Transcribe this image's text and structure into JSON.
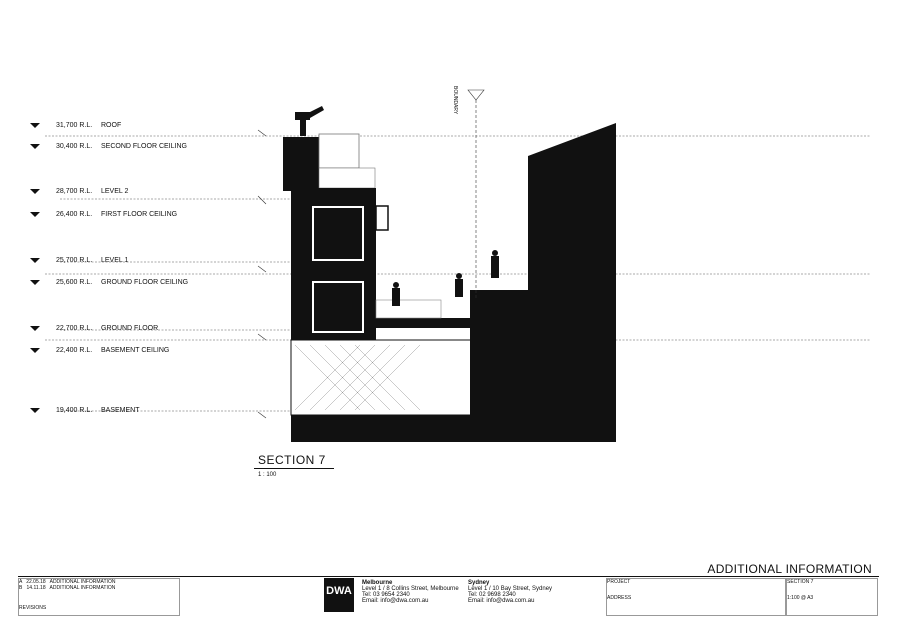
{
  "levels": [
    {
      "rl": "31,700 R.L.",
      "name": "ROOF"
    },
    {
      "rl": "30,400 R.L.",
      "name": "SECOND FLOOR CEILING"
    },
    {
      "rl": "28,700 R.L.",
      "name": "LEVEL 2"
    },
    {
      "rl": "26,400 R.L.",
      "name": "FIRST FLOOR CEILING"
    },
    {
      "rl": "25,700 R.L.",
      "name": "LEVEL 1"
    },
    {
      "rl": "25,600 R.L.",
      "name": "GROUND FLOOR CEILING"
    },
    {
      "rl": "22,700 R.L.",
      "name": "GROUND FLOOR"
    },
    {
      "rl": "22,400 R.L.",
      "name": "BASEMENT CEILING"
    },
    {
      "rl": "19,400 R.L.",
      "name": "BASEMENT"
    }
  ],
  "section": {
    "title": "SECTION 7",
    "scale": "1 : 100"
  },
  "title_block": {
    "heading": "ADDITIONAL INFORMATION",
    "revisions": [
      {
        "rev": "A",
        "date": "22.05.18",
        "desc": "ADDITIONAL INFORMATION"
      },
      {
        "rev": "B",
        "date": "14.11.18",
        "desc": "ADDITIONAL INFORMATION"
      }
    ],
    "revisions_label": "REVISIONS",
    "logo": "DWA",
    "offices": [
      {
        "name": "Melbourne",
        "lines": [
          "Level 1 / 8 Collins Street, Melbourne",
          "Tel: 03 9654 2340",
          "Email: info@dwa.com.au"
        ]
      },
      {
        "name": "Sydney",
        "lines": [
          "Level 1 / 10 Bay Street, Sydney",
          "Tel: 02 9698 2340",
          "Email: info@dwa.com.au"
        ]
      }
    ],
    "project_label": "PROJECT",
    "address_label": "ADDRESS",
    "drawing_label": "SECTION 7",
    "scale_label": "1:100 @ A3"
  },
  "markers": {
    "boundary": "BOUNDARY"
  }
}
